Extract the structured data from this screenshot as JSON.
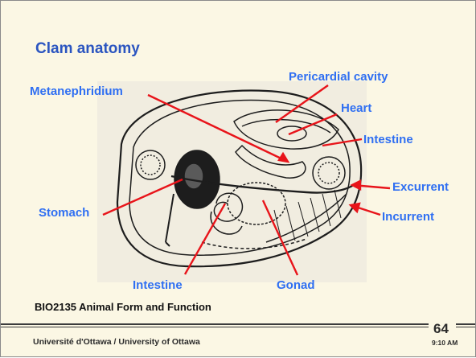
{
  "slide": {
    "title": "Clam anatomy",
    "labels": {
      "metanephridium": "Metanephridium",
      "pericardial_cavity": "Pericardial cavity",
      "heart": "Heart",
      "intestine_right": "Intestine",
      "excurrent": "Excurrent",
      "incurrent": "Incurrent",
      "stomach": "Stomach",
      "intestine_bottom": "Intestine",
      "gonad": "Gonad"
    },
    "course": "BIO2135 Animal Form and Function",
    "footer": "Université d'Ottawa / University of Ottawa",
    "page_number": "64",
    "time": "9:10 AM"
  },
  "colors": {
    "label": "#2f6ff2",
    "title": "#2b55c0",
    "pointer": "#e8141a",
    "background": "#fbf7e4"
  }
}
